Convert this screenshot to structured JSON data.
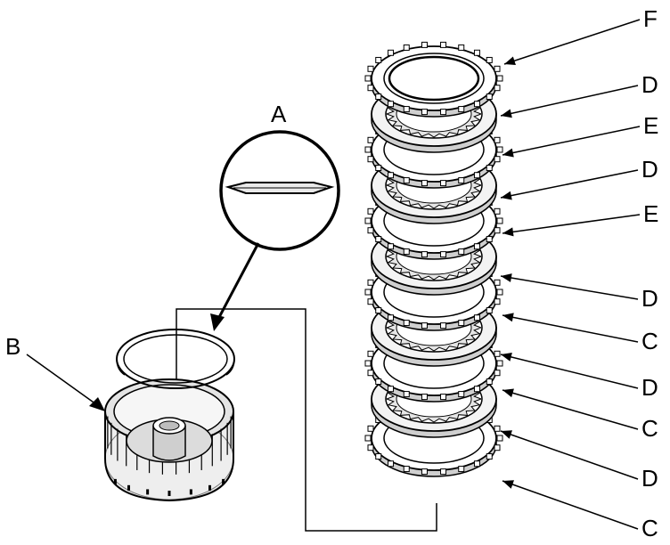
{
  "callouts": {
    "a": "A",
    "b": "B",
    "c1": "C",
    "c2": "C",
    "c3": "C",
    "d1": "D",
    "d2": "D",
    "d3": "D",
    "d4": "D",
    "d5": "D",
    "e1": "E",
    "e2": "E",
    "f": "F"
  },
  "colors": {
    "line": "#000000",
    "background": "#ffffff",
    "metal_light": "#f2f2f2",
    "metal_mid": "#d9d9d9",
    "metal_dark": "#b5b5b5"
  },
  "parts": {
    "discs": [
      "F",
      "D",
      "E",
      "D",
      "E",
      "D",
      "C",
      "D",
      "C",
      "D",
      "C"
    ],
    "icons": [
      "clutch-drum",
      "snap-ring",
      "snap-ring-section-detail"
    ]
  }
}
